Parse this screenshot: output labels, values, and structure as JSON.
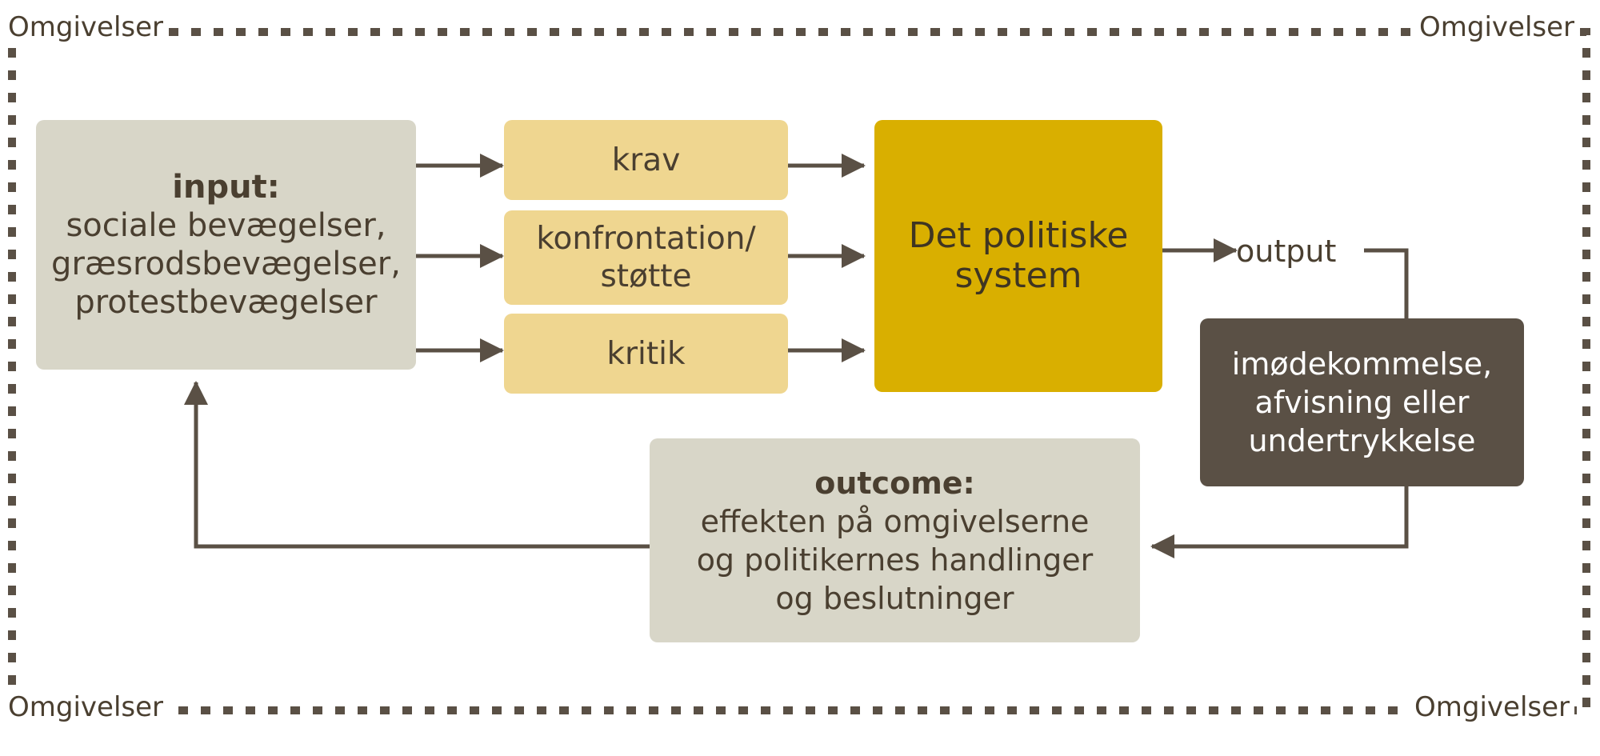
{
  "corners": {
    "top_left": "Omgivelser",
    "top_right": "Omgivelser",
    "bottom_left": "Omgivelser",
    "bottom_right": "Omgivelser"
  },
  "input": {
    "heading": "input:",
    "lines": [
      "sociale bevægelser,",
      "græsrodsbevægelser,",
      "protestbevægelser"
    ]
  },
  "channels": {
    "krav": "krav",
    "konfrontation_line1": "konfrontation/",
    "konfrontation_line2": "støtte",
    "kritik": "kritik"
  },
  "system": {
    "line1": "Det politiske",
    "line2": "system"
  },
  "output": {
    "label": "output"
  },
  "result": {
    "lines": [
      "imødekommelse,",
      "afvisning eller",
      "undertrykkelse"
    ]
  },
  "outcome": {
    "heading": "outcome:",
    "lines": [
      "effekten på omgivelserne",
      "og politikernes handlinger",
      "og beslutninger"
    ]
  },
  "colors": {
    "frame": "#5a5045",
    "arrow": "#5a5045",
    "input_box": "#d8d6c8",
    "channel_box": "#efd690",
    "system_box": "#d9af00",
    "result_box": "#5a5045",
    "outcome_box": "#d8d6c8"
  }
}
